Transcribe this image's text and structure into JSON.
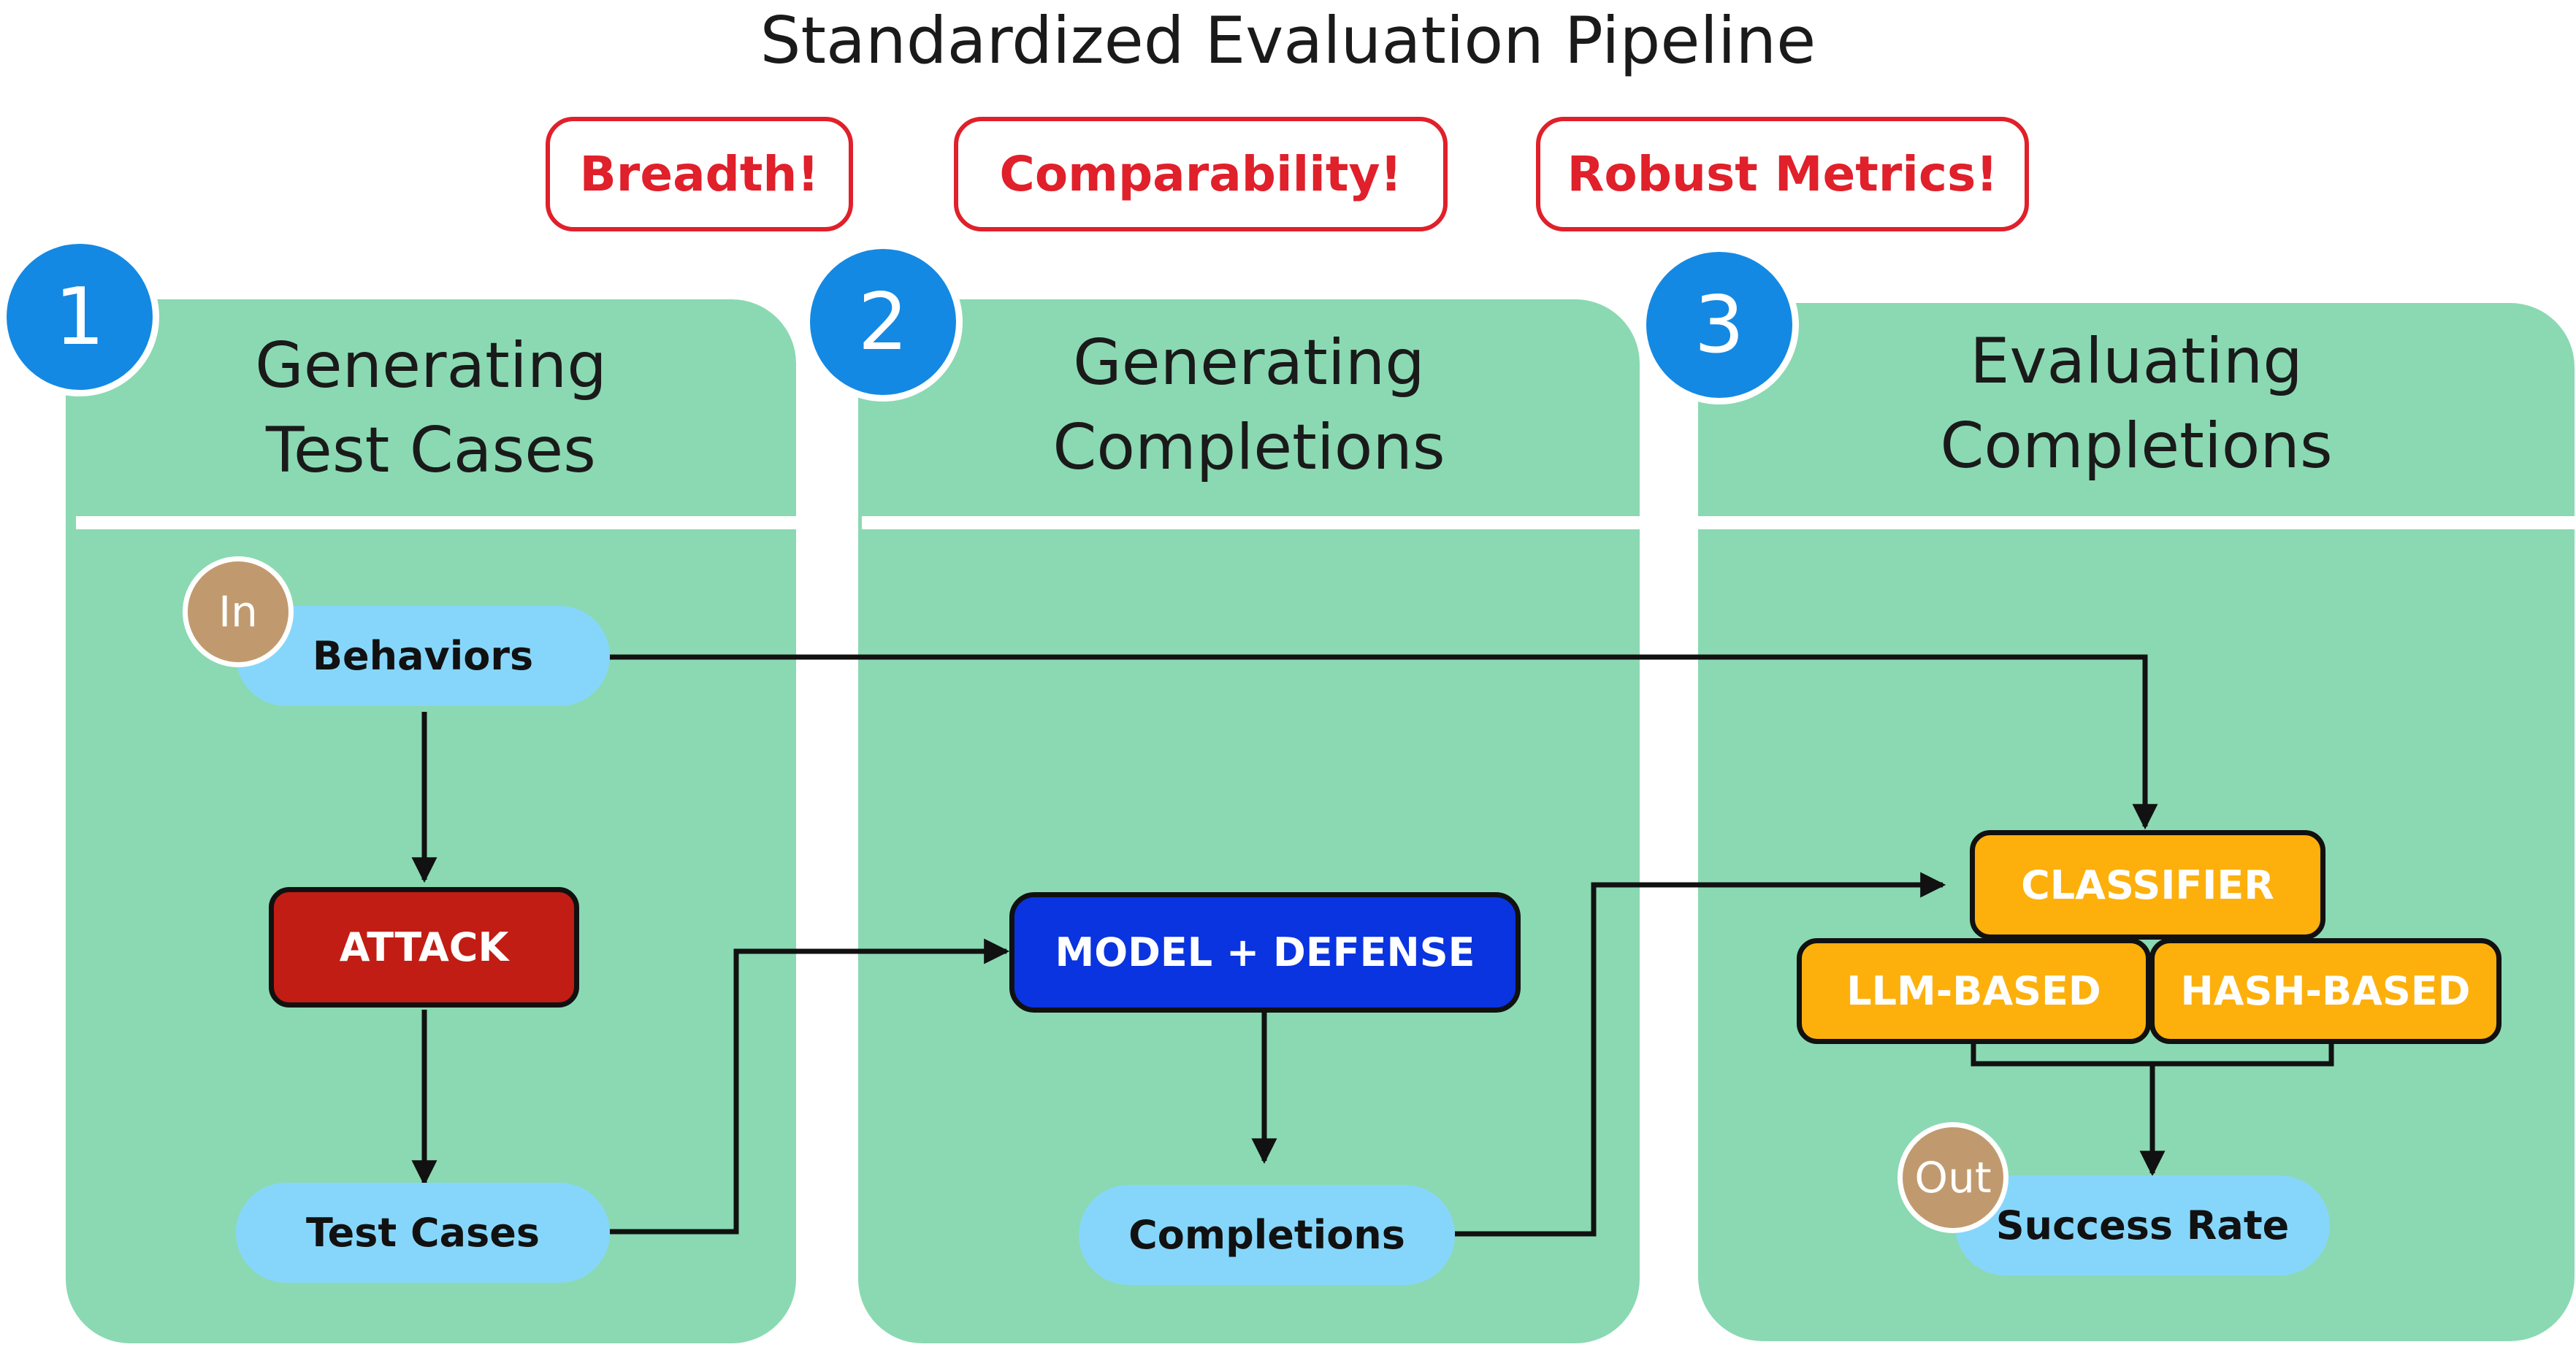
{
  "title": "Standardized Evaluation Pipeline",
  "goals": [
    "Breadth!",
    "Comparability!",
    "Robust Metrics!"
  ],
  "stages": [
    {
      "number": "1",
      "heading_line1": "Generating",
      "heading_line2": "Test Cases"
    },
    {
      "number": "2",
      "heading_line1": "Generating",
      "heading_line2": "Completions"
    },
    {
      "number": "3",
      "heading_line1": "Evaluating",
      "heading_line2": "Completions"
    }
  ],
  "nodes": {
    "behaviors": "Behaviors",
    "attack": "ATTACK",
    "test_cases": "Test Cases",
    "model_defense": "MODEL + DEFENSE",
    "completions": "Completions",
    "classifier": "CLASSIFIER",
    "llm_based": "LLM-BASED",
    "hash_based": "HASH-BASED",
    "success_rate": "Success Rate"
  },
  "markers": {
    "input": "In",
    "output": "Out"
  },
  "colors": {
    "panel": "#8ad9b2",
    "step_badge": "#1489e3",
    "goal_red": "#e0202a",
    "pill": "#86d6fb",
    "attack": "#c11d14",
    "model_defense": "#0a34e0",
    "classifier": "#fdb00c",
    "io_marker": "#c09a6e"
  }
}
